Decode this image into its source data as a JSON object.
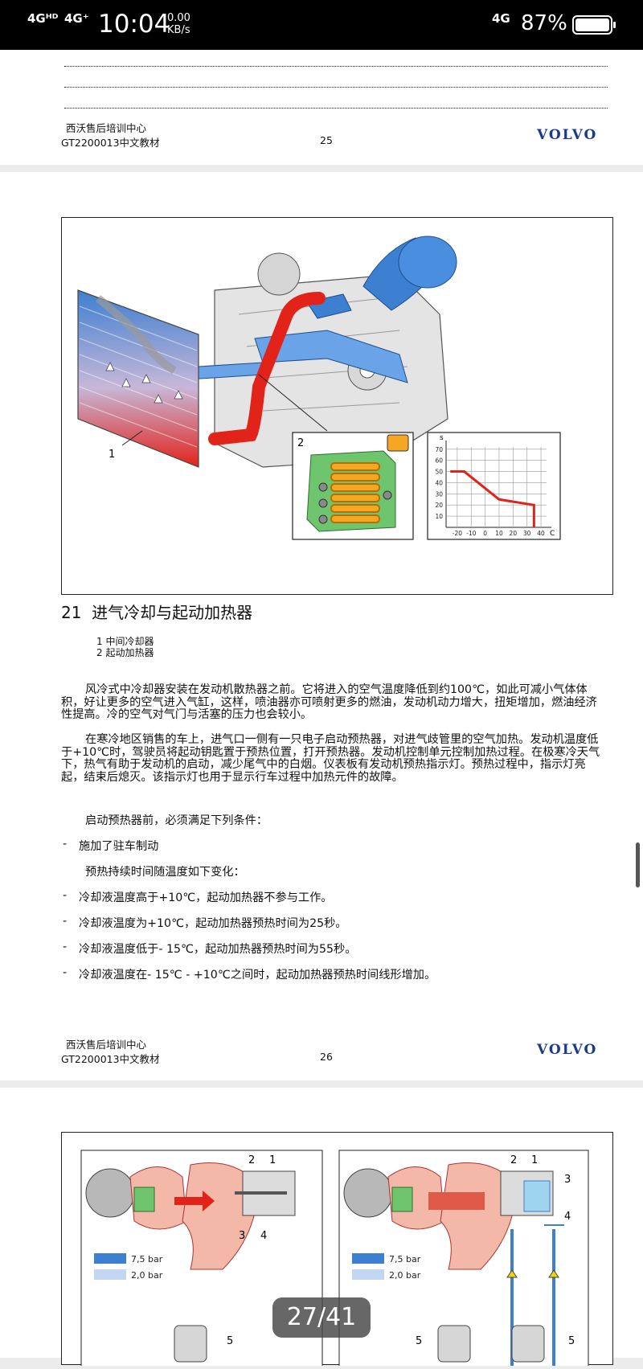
{
  "status": {
    "net1": "4Gᴴᴰ",
    "net2": "4G⁺",
    "time": "10:04",
    "speed_value": "0.00",
    "speed_unit": "KB/s",
    "net3": "4G",
    "battery": "87%"
  },
  "page25": {
    "org": "西沃售后培训中心",
    "code": "GT2200013中文教材",
    "page_no": "25",
    "brand": "VOLVO"
  },
  "figure1": {
    "callout_1": "1",
    "callout_2": "2",
    "chart_data": {
      "type": "line",
      "title": "",
      "xlabel": "",
      "ylabel": "",
      "x_unit": "C",
      "y_unit": "s",
      "x": [
        -20,
        -10,
        0,
        10,
        20,
        30,
        40
      ],
      "xticks": [
        "-20",
        "-10",
        "0",
        "10",
        "20",
        "30",
        "40"
      ],
      "yticks": [
        "10",
        "20",
        "30",
        "40",
        "50",
        "60",
        "70"
      ],
      "xlim": [
        -28,
        44
      ],
      "ylim": [
        0,
        72
      ],
      "series": [
        {
          "points": [
            [
              -25,
              50
            ],
            [
              -15,
              50
            ],
            [
              10,
              25
            ],
            [
              35,
              20
            ],
            [
              35,
              0
            ]
          ],
          "color": "#e2231a"
        }
      ]
    }
  },
  "section": {
    "number": "21",
    "title": "进气冷却与起动加热器",
    "legend1": "1  中间冷却器",
    "legend2": "2  起动加热器"
  },
  "paragraphs": [
    "风冷式中冷却器安装在发动机散热器之前。它将进入的空气温度降低到约100℃，如此可减小气体体积，好让更多的空气进入气缸，这样，喷油器亦可喷射更多的燃油，发动机动力增大，扭矩增加，燃油经济性提高。冷的空气对气门与活塞的压力也会较小。",
    "在寒冷地区销售的车上，进气口一侧有一只电子启动预热器，对进气歧管里的空气加热。发动机温度低于+10℃时，驾驶员将起动钥匙置于预热位置，打开预热器。发动机控制单元控制加热过程。在极寒冷天气下，热气有助于发动机的启动，减少尾气中的白烟。仪表板有发动机预热指示灯。预热过程中，指示灯亮起，结束后熄灭。该指示灯也用于显示行车过程中加热元件的故障。"
  ],
  "conditions_intro": "启动预热器前，必须满足下列条件：",
  "dash": "-",
  "condition1": "施加了驻车制动",
  "duration_intro": "预热持续时间随温度如下变化：",
  "bullets": [
    "冷却液温度高于+10℃，起动加热器不参与工作。",
    "冷却液温度为+10℃，起动加热器预热时间为25秒。",
    "冷却液温度低于- 15℃，起动加热器预热时间为55秒。",
    "冷却液温度在- 15℃ - +10℃之间时，起动加热器预热时间线形增加。"
  ],
  "page26": {
    "org": "西沃售后培训中心",
    "code": "GT2200013中文教材",
    "page_no": "26",
    "brand": "VOLVO"
  },
  "figure2": {
    "left": {
      "c1": "1",
      "c2": "2",
      "c3": "3",
      "c4": "4",
      "c5": "5",
      "p1": "7,5 bar",
      "p2": "2,0 bar"
    },
    "right": {
      "c1": "1",
      "c2": "2",
      "c3": "3",
      "c4": "4",
      "c5": "5",
      "p1": "7,5 bar",
      "p2": "2,0 bar"
    }
  },
  "colors": {
    "brand": "#1b3a8a",
    "hot": "#e2231a",
    "cool": "#3d7fd0",
    "heater": "#f5a623",
    "heater_body": "#6ec56e"
  },
  "pager": {
    "label": "27/41"
  }
}
